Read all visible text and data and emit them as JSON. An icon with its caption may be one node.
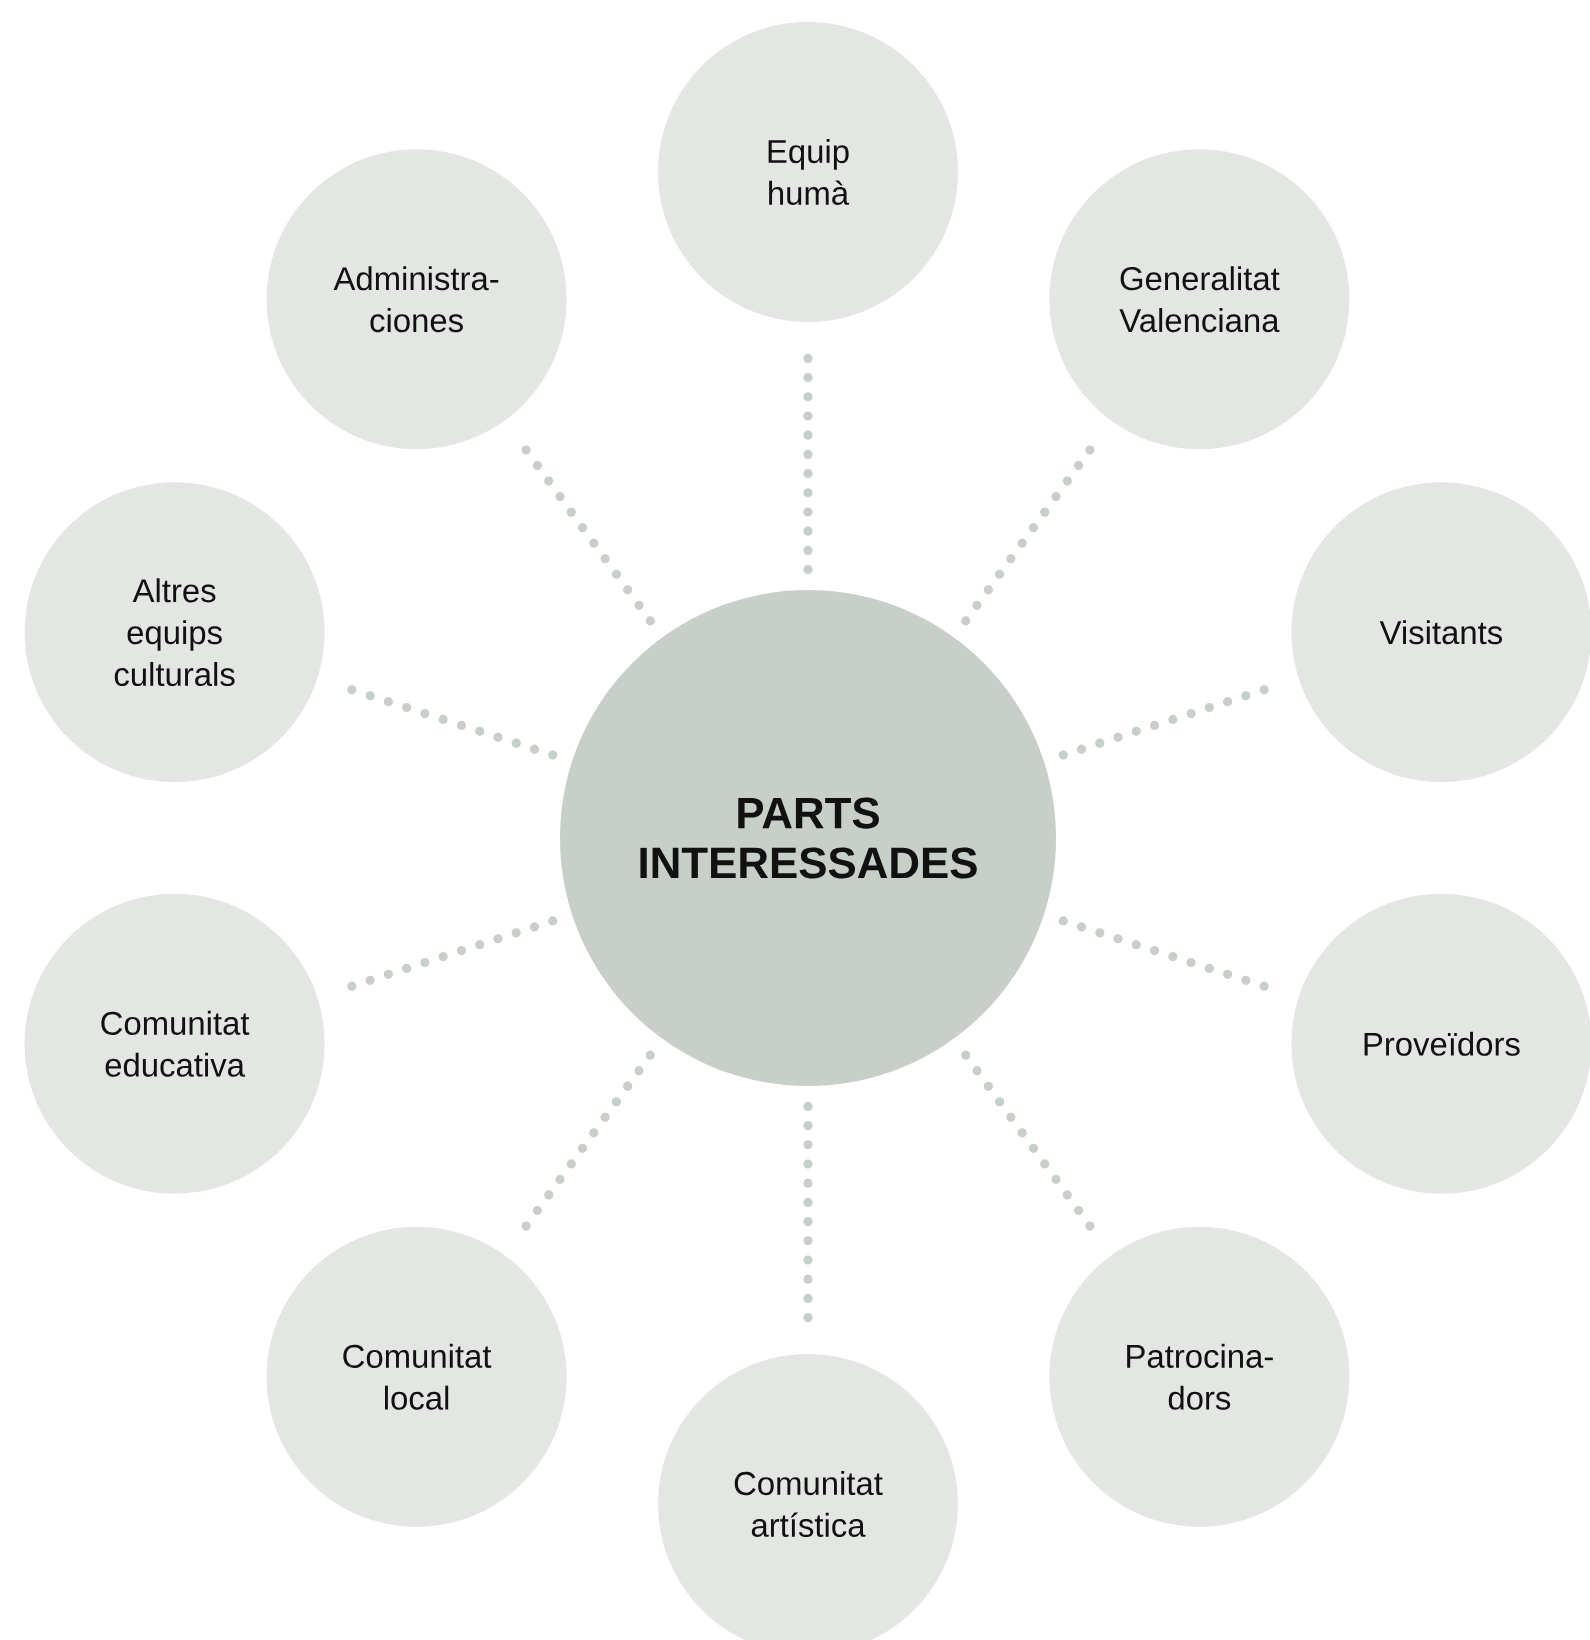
{
  "diagram": {
    "nodes": [
      {
        "text": [
          "PARTS INTERESSADES"
        ]
      },
      {
        "text": [
          "Equip humà"
        ]
      },
      {
        "text": [
          "Generalitat Valenciana"
        ]
      },
      {
        "text": [
          "Visitants"
        ]
      },
      {
        "text": [
          "Proveïdors"
        ]
      },
      {
        "text": [
          "Patrocina- dors"
        ]
      },
      {
        "text": [
          "Comunitat artística"
        ]
      },
      {
        "text": [
          "Comunitat local"
        ]
      },
      {
        "text": [
          "Comunitat educativa"
        ]
      },
      {
        "text": [
          "Altres equips culturals"
        ]
      },
      {
        "text": [
          "Administra- ciones"
        ]
      }
    ],
    "edges": [
      {
        "from": 0,
        "to": 1,
        "arrow": "none"
      },
      {
        "from": 0,
        "to": 2,
        "arrow": "none"
      },
      {
        "from": 0,
        "to": 3,
        "arrow": "none"
      },
      {
        "from": 0,
        "to": 4,
        "arrow": "none"
      },
      {
        "from": 0,
        "to": 5,
        "arrow": "none"
      },
      {
        "from": 0,
        "to": 6,
        "arrow": "none"
      },
      {
        "from": 0,
        "to": 7,
        "arrow": "none"
      },
      {
        "from": 0,
        "to": 8,
        "arrow": "none"
      },
      {
        "from": 0,
        "to": 9,
        "arrow": "none"
      },
      {
        "from": 0,
        "to": 10,
        "arrow": "none"
      }
    ]
  }
}
